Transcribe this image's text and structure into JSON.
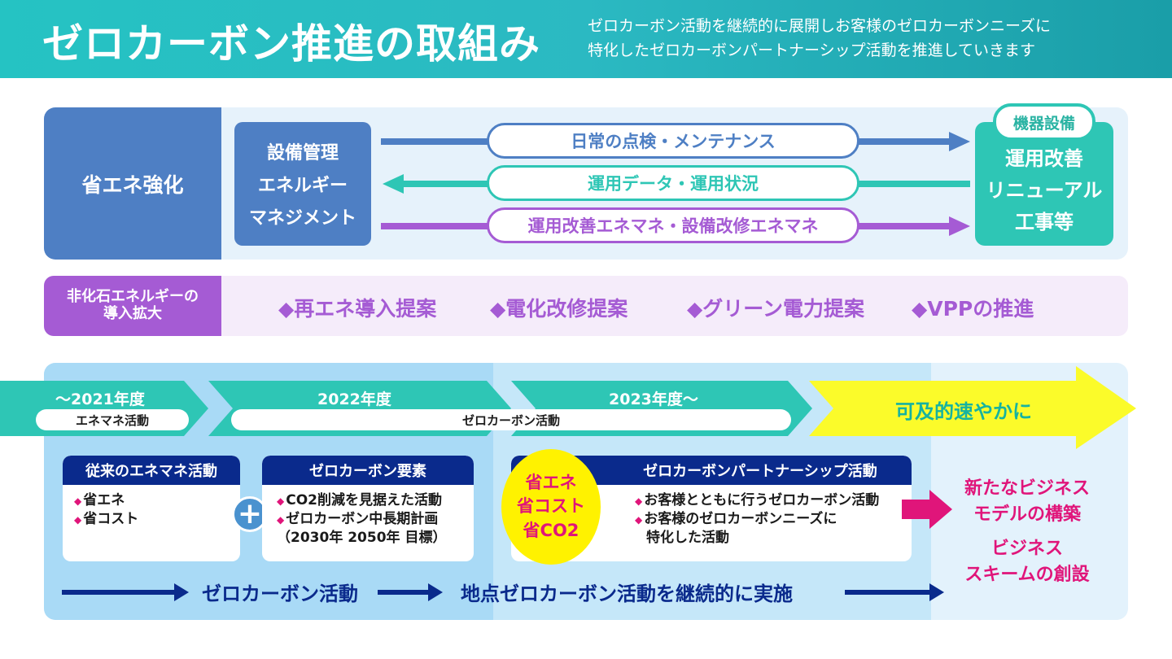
{
  "header": {
    "title": "ゼロカーボン推進の取組み",
    "subtitle_line1": "ゼロカーボン活動を継続的に展開しお客様のゼロカーボンニーズに",
    "subtitle_line2": "特化したゼロカーボンパートナーシップ活動を推進していきます"
  },
  "energy": {
    "label": "省エネ強化",
    "management_lines": [
      "設備管理",
      "エネルギー",
      "マネジメント"
    ],
    "flows": [
      {
        "label": "日常の点検・メンテナンス",
        "direction": "right",
        "color": "#4e7fc4"
      },
      {
        "label": "運用データ・運用状況",
        "direction": "left",
        "color": "#2ec6b5"
      },
      {
        "label": "運用改善エネマネ・設備改修エネマネ",
        "direction": "right",
        "color": "#a55bd4"
      }
    ],
    "equipment_tag": "機器設備",
    "equipment_lines": [
      "運用改善",
      "リニューアル",
      "工事等"
    ]
  },
  "non_fossil": {
    "label_lines": [
      "非化石エネルギーの",
      "導入拡大"
    ],
    "items": [
      "◆再エネ導入提案",
      "◆電化改修提案",
      "◆グリーン電力提案",
      "◆VPPの推進"
    ]
  },
  "timeline": {
    "periods": [
      {
        "year": "～2021年度",
        "activity": "エネマネ活動"
      },
      {
        "year": "2022年度",
        "activity": "ゼロカーボン活動"
      },
      {
        "year": "2023年度～",
        "activity": ""
      }
    ],
    "speed_label": "可及的速やかに"
  },
  "cards": {
    "conventional": {
      "title": "従来のエネマネ活動",
      "items": [
        "省エネ",
        "省コスト"
      ]
    },
    "zero_carbon": {
      "title": "ゼロカーボン要素",
      "items": [
        "CO2削減を見据えた活動",
        "ゼロカーボン中長期計画",
        "（2030年 2050年 目標）"
      ]
    },
    "partnership": {
      "title": "ゼロカーボンパートナーシップ活動",
      "items": [
        "お客様とともに行うゼロカーボン活動",
        "お客様のゼロカーボンニーズに",
        "特化した活動"
      ]
    }
  },
  "circle_lines": [
    "省エネ",
    "省コスト",
    "省CO2"
  ],
  "results": {
    "business_model_lines": [
      "新たなビジネス",
      "モデルの構築"
    ],
    "business_scheme_lines": [
      "ビジネス",
      "スキームの創設"
    ]
  },
  "bottom": {
    "zero_carbon_activity": "ゼロカーボン活動",
    "continuous": "地点ゼロカーボン活動を継続的に実施"
  },
  "colors": {
    "header": "#25c3c3",
    "blue": "#4e7fc4",
    "teal": "#2ec6b5",
    "purple": "#a55bd4",
    "navy": "#0a2a8c",
    "magenta": "#e0157a",
    "yellow": "#fff200"
  }
}
